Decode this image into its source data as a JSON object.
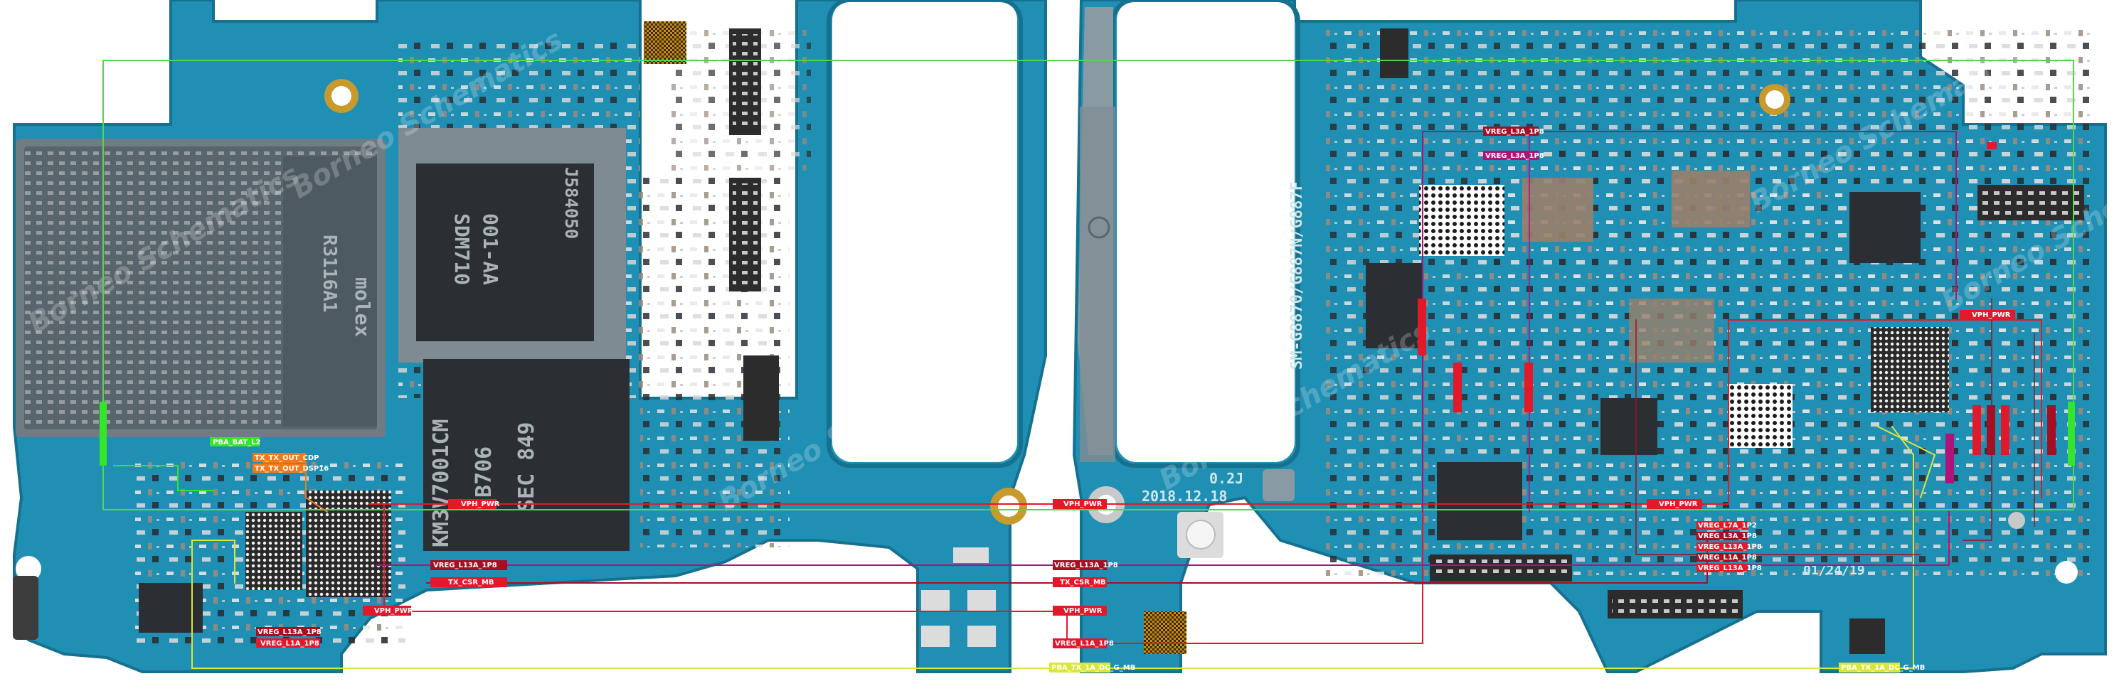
{
  "colors": {
    "pcb": "#1f8fb3",
    "pcb_dark": "#16708f",
    "shield": "#8a9aa3",
    "chip": "#2b2f33",
    "net_red": "#e2182b",
    "net_red_dark": "#a50f23",
    "net_magenta": "#b0127a",
    "net_green": "#34e52c",
    "net_yellow": "#d9e63a",
    "net_orange": "#f07a1a",
    "frame_green": "#4fd84a"
  },
  "left_board": {
    "chips": {
      "cpu_line1": "SDM710",
      "cpu_line2": "001-AA",
      "cpu_code": "J584050",
      "mem_line1": "KM3V7001CM",
      "mem_line2": "B706",
      "mem_line3": "SEC 849"
    },
    "connector": {
      "brand": "molex",
      "code": "R3116A1"
    },
    "watermark": "Borneo Schematics",
    "labels": [
      {
        "id": "l1",
        "text": "PBA_BAT_L2"
      },
      {
        "id": "l2",
        "text": "TX_TX_OUT_CDP"
      },
      {
        "id": "l3",
        "text": "TX_TX_OUT_DSP16"
      },
      {
        "id": "l4",
        "text": "VPH_PWR"
      },
      {
        "id": "l5",
        "text": "VREG_L13A_1P8"
      },
      {
        "id": "l6",
        "text": "TX_CSR_MB"
      },
      {
        "id": "l7",
        "text": "VPH_PWR"
      },
      {
        "id": "l8",
        "text": "VREG_L13A_1P8"
      },
      {
        "id": "l9",
        "text": "VREG_L1A_1P8"
      }
    ]
  },
  "center_labels": [
    {
      "id": "c1",
      "text": "VPH_PWR"
    },
    {
      "id": "c2",
      "text": "VREG_L13A_1P8"
    },
    {
      "id": "c3",
      "text": "TX_CSR_MB"
    },
    {
      "id": "c4",
      "text": "VPH_PWR"
    },
    {
      "id": "c5",
      "text": "VREG_L1A_1P8"
    },
    {
      "id": "c6",
      "text": "PBA_TX_1A_DC_G_MB"
    }
  ],
  "right_board": {
    "silk_model": "SM-G8870/G887N/G887F",
    "silk_date": "2018.12.18",
    "silk_version": "0.2J",
    "silk_date2": "01/24/19",
    "watermark": "Borneo Schematics",
    "labels": [
      {
        "id": "r1",
        "text": "VREG_L3A_1P8"
      },
      {
        "id": "r2",
        "text": "VREG_L3A_1P8"
      },
      {
        "id": "r3",
        "text": "VPH_PWR"
      },
      {
        "id": "r4",
        "text": "VPH_PWR"
      },
      {
        "id": "r5",
        "text": "VREG_L7A_1P2"
      },
      {
        "id": "r6",
        "text": "VREG_L3A_1P8"
      },
      {
        "id": "r7",
        "text": "VREG_L13A_1P8"
      },
      {
        "id": "r8",
        "text": "VREG_L1A_1P8"
      },
      {
        "id": "r9",
        "text": "VREG_L13A_1P8"
      },
      {
        "id": "r10",
        "text": "PBA_TX_1A_DC_G_MB"
      }
    ]
  }
}
